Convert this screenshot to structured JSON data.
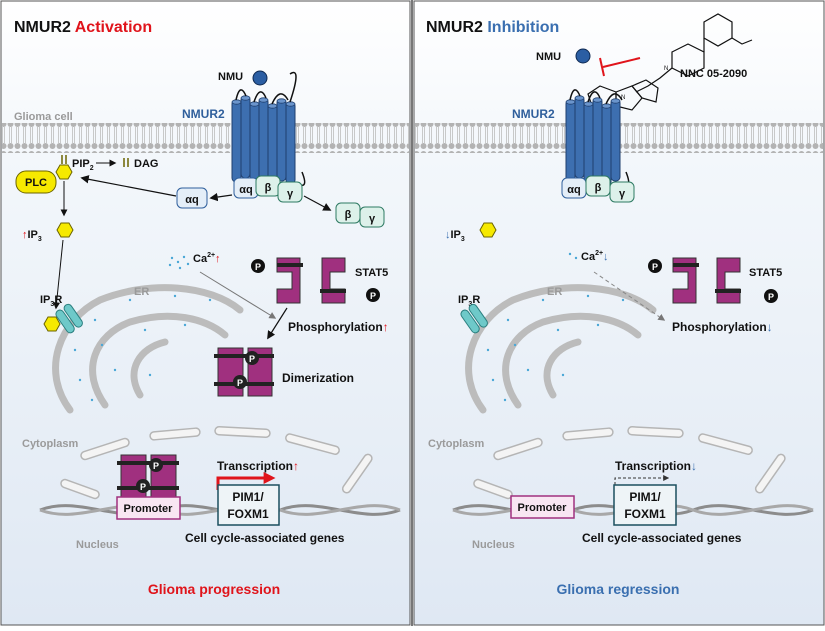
{
  "left": {
    "title_a": "NMUR2",
    "title_b": "Activation",
    "ligand": "NMU",
    "receptor": "NMUR2",
    "membrane_label": "Glioma cell",
    "pip2": "PIP",
    "pip2_sub": "2",
    "dag": "DAG",
    "plc": "PLC",
    "aq": "αq",
    "beta": "β",
    "gamma": "γ",
    "ip3": "IP",
    "ip3_sub": "3",
    "ip3r": "IP",
    "ip3r_sub": "3",
    "ip3r_tail": "R",
    "er": "ER",
    "ca": "Ca",
    "ca_sup": "2+",
    "p": "P",
    "stat5": "STAT5",
    "phos": "Phosphorylation",
    "dimer": "Dimerization",
    "cytoplasm": "Cytoplasm",
    "transcription": "Transcription",
    "promoter": "Promoter",
    "gene1": "PIM1/",
    "gene2": "FOXM1",
    "nucleus": "Nucleus",
    "genes": "Cell cycle-associated genes",
    "outcome": "Glioma progression",
    "up": "↑"
  },
  "right": {
    "title_a": "NMUR2",
    "title_b": "Inhibition",
    "ligand": "NMU",
    "drug": "NNC 05-2090",
    "receptor": "NMUR2",
    "aq": "αq",
    "beta": "β",
    "gamma": "γ",
    "ip3": "IP",
    "ip3_sub": "3",
    "ip3r": "IP",
    "ip3r_sub": "3",
    "ip3r_tail": "R",
    "er": "ER",
    "ca": "Ca",
    "ca_sup": "2+",
    "p": "P",
    "stat5": "STAT5",
    "phos": "Phosphorylation",
    "cytoplasm": "Cytoplasm",
    "transcription": "Transcription",
    "promoter": "Promoter",
    "gene1": "PIM1/",
    "gene2": "FOXM1",
    "nucleus": "Nucleus",
    "genes": "Cell cycle-associated genes",
    "outcome": "Glioma regression",
    "down": "↓"
  },
  "colors": {
    "activation_red": "#e0141b",
    "inhibition_blue": "#3a6fb0",
    "receptor_blue": "#2f5f9c",
    "stat5_purple": "#a0307f",
    "panel_bg": "#e9f0f8",
    "plc_yellow": "#f6e900",
    "gprotein_green": "#ddf1ea"
  }
}
